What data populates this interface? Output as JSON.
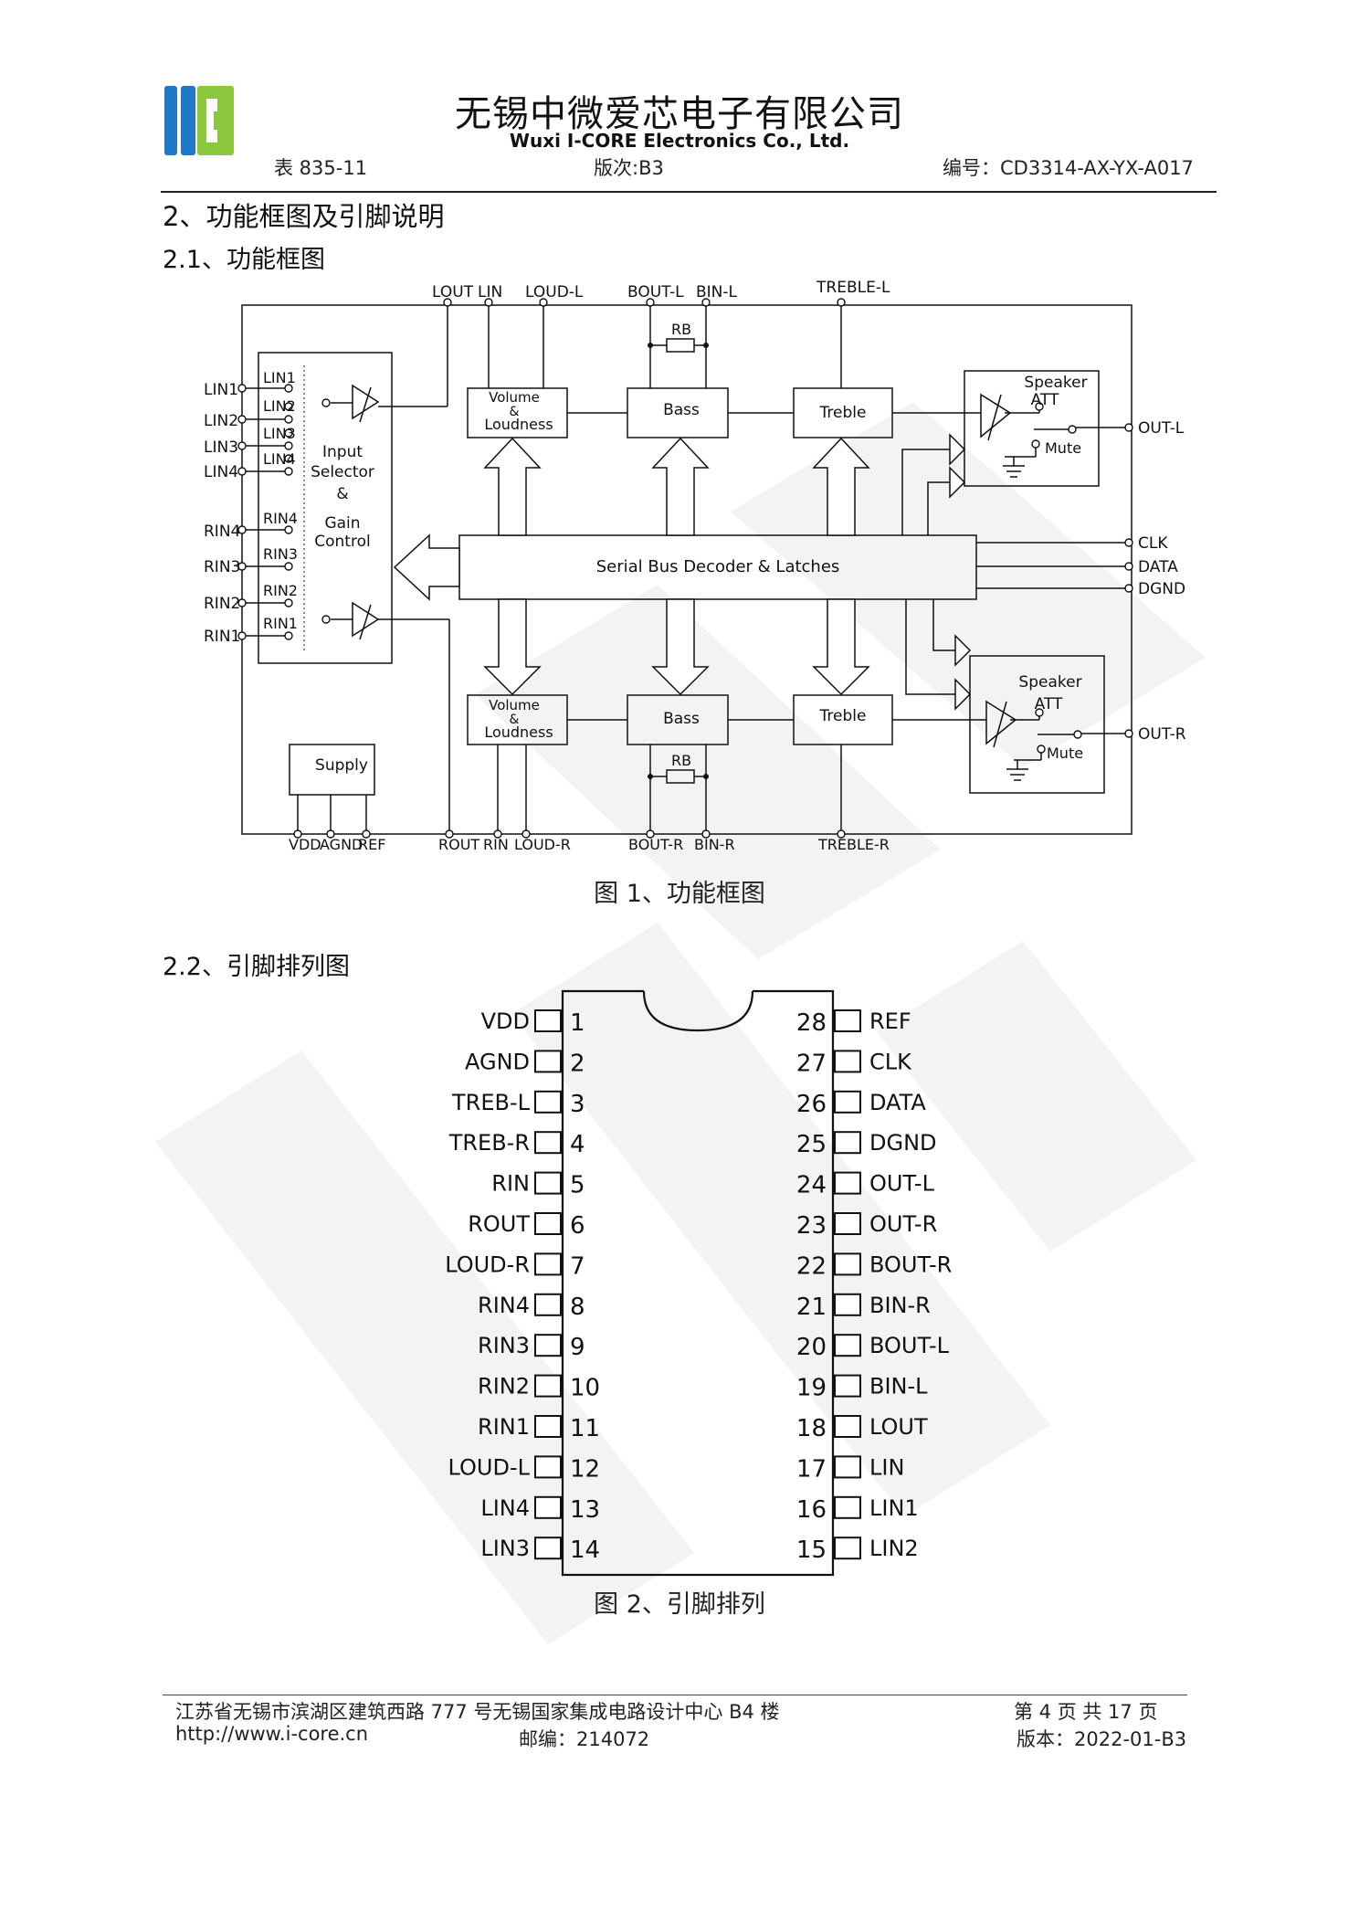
{
  "header": {
    "company_cn": "无锡中微爱芯电子有限公司",
    "company_en": "Wuxi I-CORE Electronics Co., Ltd.",
    "form_no": "表 835-11",
    "version": "版次:B3",
    "doc_no": "编号：CD3314-AX-YX-A017"
  },
  "sections": {
    "s2": "2、功能框图及引脚说明",
    "s21": "2.1、功能框图",
    "s22": "2.2、引脚排列图"
  },
  "block_diagram": {
    "caption": "图 1、功能框图",
    "top_pins": [
      "LOUT",
      "LIN",
      "LOUD-L",
      "BOUT-L",
      "BIN-L",
      "TREBLE-L"
    ],
    "bottom_pins": [
      "VDD",
      "AGND",
      "REF",
      "ROUT",
      "RIN",
      "LOUD-R",
      "BOUT-R",
      "BIN-R",
      "TREBLE-R"
    ],
    "left_pins": [
      "LIN1",
      "LIN2",
      "LIN3",
      "LIN4",
      "RIN4",
      "RIN3",
      "RIN2",
      "RIN1"
    ],
    "right_pins": [
      "OUT-L",
      "CLK",
      "DATA",
      "DGND",
      "OUT-R"
    ],
    "selector_inner": [
      "LIN1",
      "LIN2",
      "LIN3",
      "LIN4",
      "RIN4",
      "RIN3",
      "RIN2",
      "RIN1"
    ],
    "selector_label": [
      "Input",
      "Selector",
      "&",
      "Gain",
      "Control"
    ],
    "volume_label": [
      "Volume",
      "&",
      "Loudness"
    ],
    "bass_label": "Bass",
    "treble_label": "Treble",
    "rb_label": "RB",
    "speaker_label": [
      "Speaker",
      "ATT"
    ],
    "mute_label": "Mute",
    "decoder_label": "Serial Bus Decoder & Latches",
    "supply_label": "Supply"
  },
  "pinout": {
    "caption": "图 2、引脚排列",
    "left": [
      {
        "num": "1",
        "name": "VDD"
      },
      {
        "num": "2",
        "name": "AGND"
      },
      {
        "num": "3",
        "name": "TREB-L"
      },
      {
        "num": "4",
        "name": "TREB-R"
      },
      {
        "num": "5",
        "name": "RIN"
      },
      {
        "num": "6",
        "name": "ROUT"
      },
      {
        "num": "7",
        "name": "LOUD-R"
      },
      {
        "num": "8",
        "name": "RIN4"
      },
      {
        "num": "9",
        "name": "RIN3"
      },
      {
        "num": "10",
        "name": "RIN2"
      },
      {
        "num": "11",
        "name": "RIN1"
      },
      {
        "num": "12",
        "name": "LOUD-L"
      },
      {
        "num": "13",
        "name": "LIN4"
      },
      {
        "num": "14",
        "name": "LIN3"
      }
    ],
    "right": [
      {
        "num": "28",
        "name": "REF"
      },
      {
        "num": "27",
        "name": "CLK"
      },
      {
        "num": "26",
        "name": "DATA"
      },
      {
        "num": "25",
        "name": "DGND"
      },
      {
        "num": "24",
        "name": "OUT-L"
      },
      {
        "num": "23",
        "name": "OUT-R"
      },
      {
        "num": "22",
        "name": "BOUT-R"
      },
      {
        "num": "21",
        "name": "BIN-R"
      },
      {
        "num": "20",
        "name": "BOUT-L"
      },
      {
        "num": "19",
        "name": "BIN-L"
      },
      {
        "num": "18",
        "name": "LOUT"
      },
      {
        "num": "17",
        "name": "LIN"
      },
      {
        "num": "16",
        "name": "LIN1"
      },
      {
        "num": "15",
        "name": "LIN2"
      }
    ]
  },
  "footer": {
    "address": "江苏省无锡市滨湖区建筑西路 777 号无锡国家集成电路设计中心 B4 楼",
    "page": "第 4 页 共 17 页",
    "url": "http://www.i-core.cn",
    "postcode": "邮编：214072",
    "edition": "版本：2022-01-B3"
  },
  "colors": {
    "logo_blue": "#1f78c8",
    "logo_green": "#8dc63f",
    "ink": "#111111"
  }
}
